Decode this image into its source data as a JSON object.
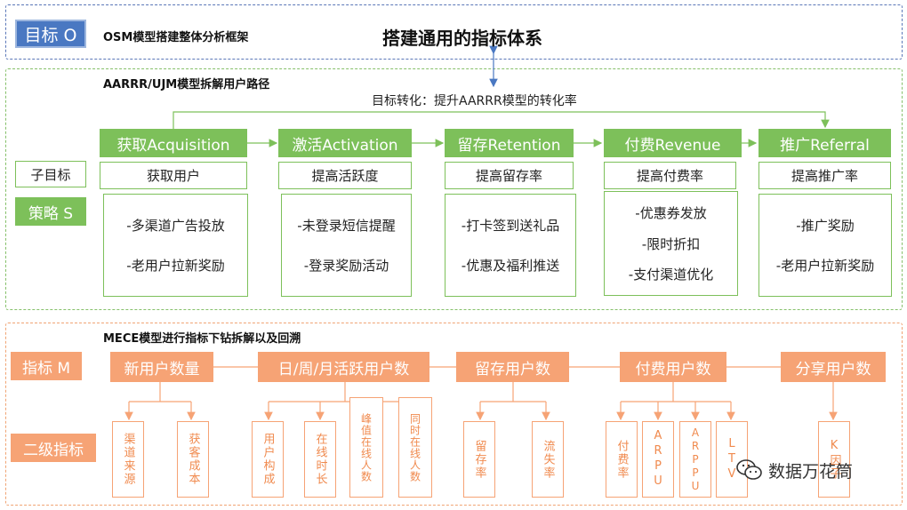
{
  "objective": {
    "tag": "目标 O",
    "framework_label": "OSM模型搭建整体分析框架",
    "main_title": "搭建通用的指标体系"
  },
  "strategy_section": {
    "title": "AARRR/UJM模型拆解用户路径",
    "conversion_note": "目标转化：提升AARRR模型的转化率",
    "row_labels": {
      "sub_goal": "子目标",
      "strategy": "策略 S"
    },
    "stages": [
      {
        "head": "获取Acquisition",
        "goal": "获取用户",
        "items": [
          "-多渠道广告投放",
          "-老用户拉新奖励"
        ]
      },
      {
        "head": "激活Activation",
        "goal": "提高活跃度",
        "items": [
          "-未登录短信提醒",
          "-登录奖励活动"
        ]
      },
      {
        "head": "留存Retention",
        "goal": "提高留存率",
        "items": [
          "-打卡签到送礼品",
          "-优惠及福利推送"
        ]
      },
      {
        "head": "付费Revenue",
        "goal": "提高付费率",
        "items": [
          "-优惠券发放",
          "-限时折扣",
          "-支付渠道优化"
        ]
      },
      {
        "head": "推广Referral",
        "goal": "提高推广率",
        "items": [
          "-推广奖励",
          "-老用户拉新奖励"
        ]
      }
    ]
  },
  "metric_section": {
    "title": "MECE模型进行指标下钻拆解以及回溯",
    "row_labels": {
      "metric": "指标 M",
      "secondary": "二级指标"
    },
    "metrics": [
      {
        "head": "新用户数量",
        "subs": [
          "渠道来源",
          "获客成本"
        ]
      },
      {
        "head": "日/周/月活跃用户数",
        "subs": [
          "用户构成",
          "在线时长",
          "峰值在线人数",
          "同时在线人数"
        ]
      },
      {
        "head": "留存用户数",
        "subs": [
          "留存率",
          "流失率"
        ]
      },
      {
        "head": "付费用户数",
        "subs": [
          "付费率",
          "ARPU",
          "ARPPU",
          "LTV"
        ]
      },
      {
        "head": "分享用户数",
        "subs": [
          "K因子"
        ]
      }
    ]
  },
  "watermark": {
    "text": "数据万花筒",
    "icon": "wechat-icon"
  },
  "colors": {
    "blue": "#4a78c2",
    "green": "#7dc05a",
    "orange": "#f6a375"
  }
}
